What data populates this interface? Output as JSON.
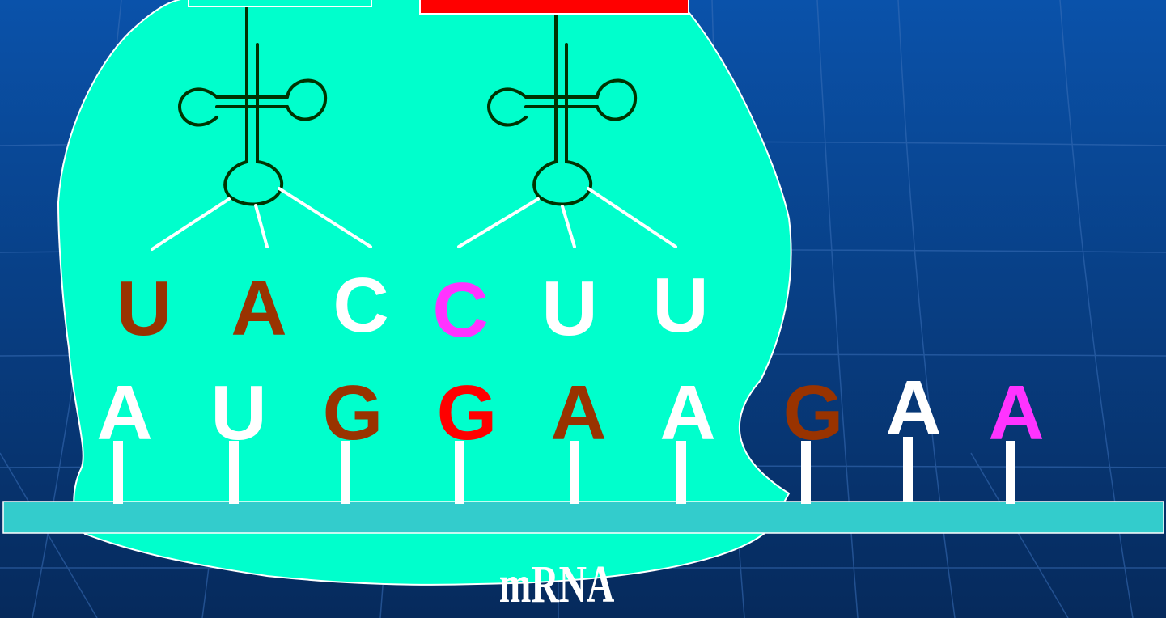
{
  "colors": {
    "background_top": "#0a4aa0",
    "background_bottom": "#062a5e",
    "ribosome": "#00ffcc",
    "mrna_strand": "#33cccc",
    "trna": "#003300",
    "brown": "#993300",
    "white": "#ffffff",
    "magenta": "#ff33ff",
    "red": "#ff0000"
  },
  "anticodons": [
    {
      "letter": "U",
      "color": "#993300"
    },
    {
      "letter": "A",
      "color": "#993300"
    },
    {
      "letter": "C",
      "color": "#ffffff"
    },
    {
      "letter": "C",
      "color": "#ff33ff"
    },
    {
      "letter": "U",
      "color": "#ffffff"
    },
    {
      "letter": "U",
      "color": "#ffffff"
    }
  ],
  "codons": [
    {
      "letter": "A",
      "color": "#ffffff"
    },
    {
      "letter": "U",
      "color": "#ffffff"
    },
    {
      "letter": "G",
      "color": "#993300"
    },
    {
      "letter": "G",
      "color": "#ff0000"
    },
    {
      "letter": "A",
      "color": "#993300"
    },
    {
      "letter": "A",
      "color": "#ffffff"
    },
    {
      "letter": "G",
      "color": "#993300"
    },
    {
      "letter": "A",
      "color": "#ffffff"
    },
    {
      "letter": "A",
      "color": "#ff33ff"
    }
  ],
  "mrna_label": "mRNA"
}
